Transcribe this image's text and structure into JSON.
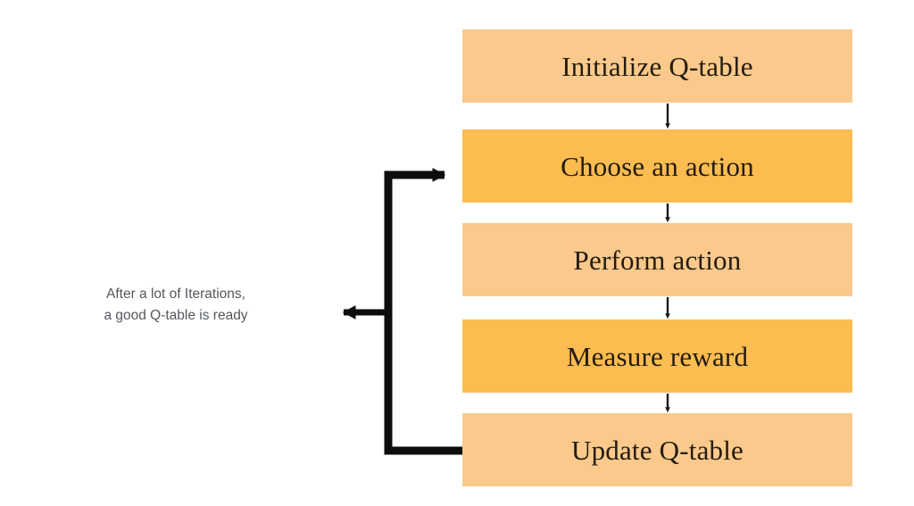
{
  "diagram": {
    "title": "Q-learning loop flowchart",
    "background": "#ffffff",
    "colors": {
      "box_light": "#fac98b",
      "box_deep": "#fcbc50",
      "text": "#241c10",
      "arrow": "#111111",
      "annotation_text": "#54585c"
    },
    "nodes": [
      {
        "id": "initialize-q-table",
        "label": "Initialize Q-table",
        "tone": "light"
      },
      {
        "id": "choose-an-action",
        "label": "Choose an action",
        "tone": "deep"
      },
      {
        "id": "perform-action",
        "label": "Perform action",
        "tone": "light"
      },
      {
        "id": "measure-reward",
        "label": "Measure reward",
        "tone": "deep"
      },
      {
        "id": "update-q-table",
        "label": "Update Q-table",
        "tone": "light"
      }
    ],
    "connectors": [
      {
        "id": "initialize-to-choose",
        "from": "initialize-q-table",
        "to": "choose-an-action",
        "style": "thin-down-arrow"
      },
      {
        "id": "choose-to-perform",
        "from": "choose-an-action",
        "to": "perform-action",
        "style": "thin-down-arrow"
      },
      {
        "id": "perform-to-measure",
        "from": "perform-action",
        "to": "measure-reward",
        "style": "thin-down-arrow"
      },
      {
        "id": "measure-to-update",
        "from": "measure-reward",
        "to": "update-q-table",
        "style": "thin-down-arrow"
      },
      {
        "id": "feedback-loop",
        "from": "update-q-table",
        "to": "choose-an-action",
        "style": "thick-left-up-right-arrow"
      },
      {
        "id": "exit-branch",
        "from": "feedback-loop",
        "to": "loop-annotation",
        "style": "thick-left-arrow"
      }
    ],
    "annotation": {
      "id": "loop-annotation",
      "line1": "After a lot of Iterations,",
      "line2": "a good Q-table is ready"
    }
  }
}
